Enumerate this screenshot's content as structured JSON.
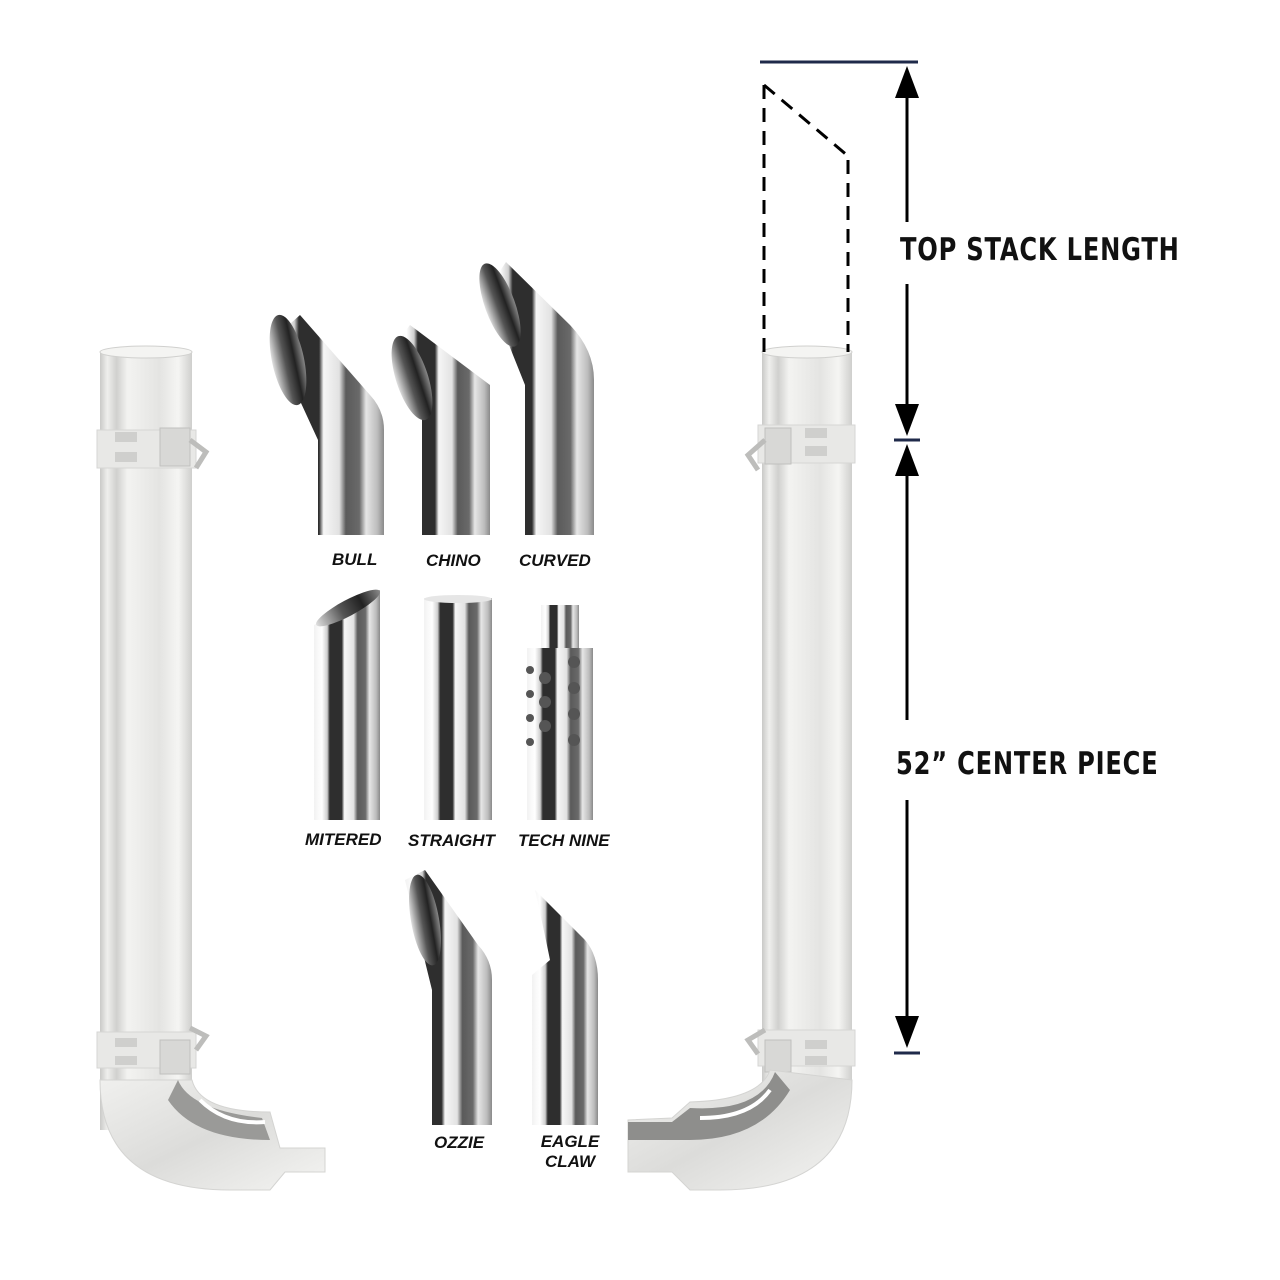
{
  "dimensions": {
    "top_stack_length": "TOP STACK LENGTH",
    "center_piece": "52” CENTER PIECE"
  },
  "tip_styles": [
    {
      "label": "BULL"
    },
    {
      "label": "CHINO"
    },
    {
      "label": "CURVED"
    },
    {
      "label": "MITERED"
    },
    {
      "label": "STRAIGHT"
    },
    {
      "label": "TECH NINE"
    },
    {
      "label": "OZZIE"
    },
    {
      "label": "EAGLE",
      "label2": "CLAW"
    }
  ],
  "colors": {
    "background": "#ffffff",
    "dimension_line": "#1f2a4a",
    "arrow": "#000000",
    "chrome_dark": "#3a3a3a",
    "chrome_light": "#e8e8e6"
  }
}
